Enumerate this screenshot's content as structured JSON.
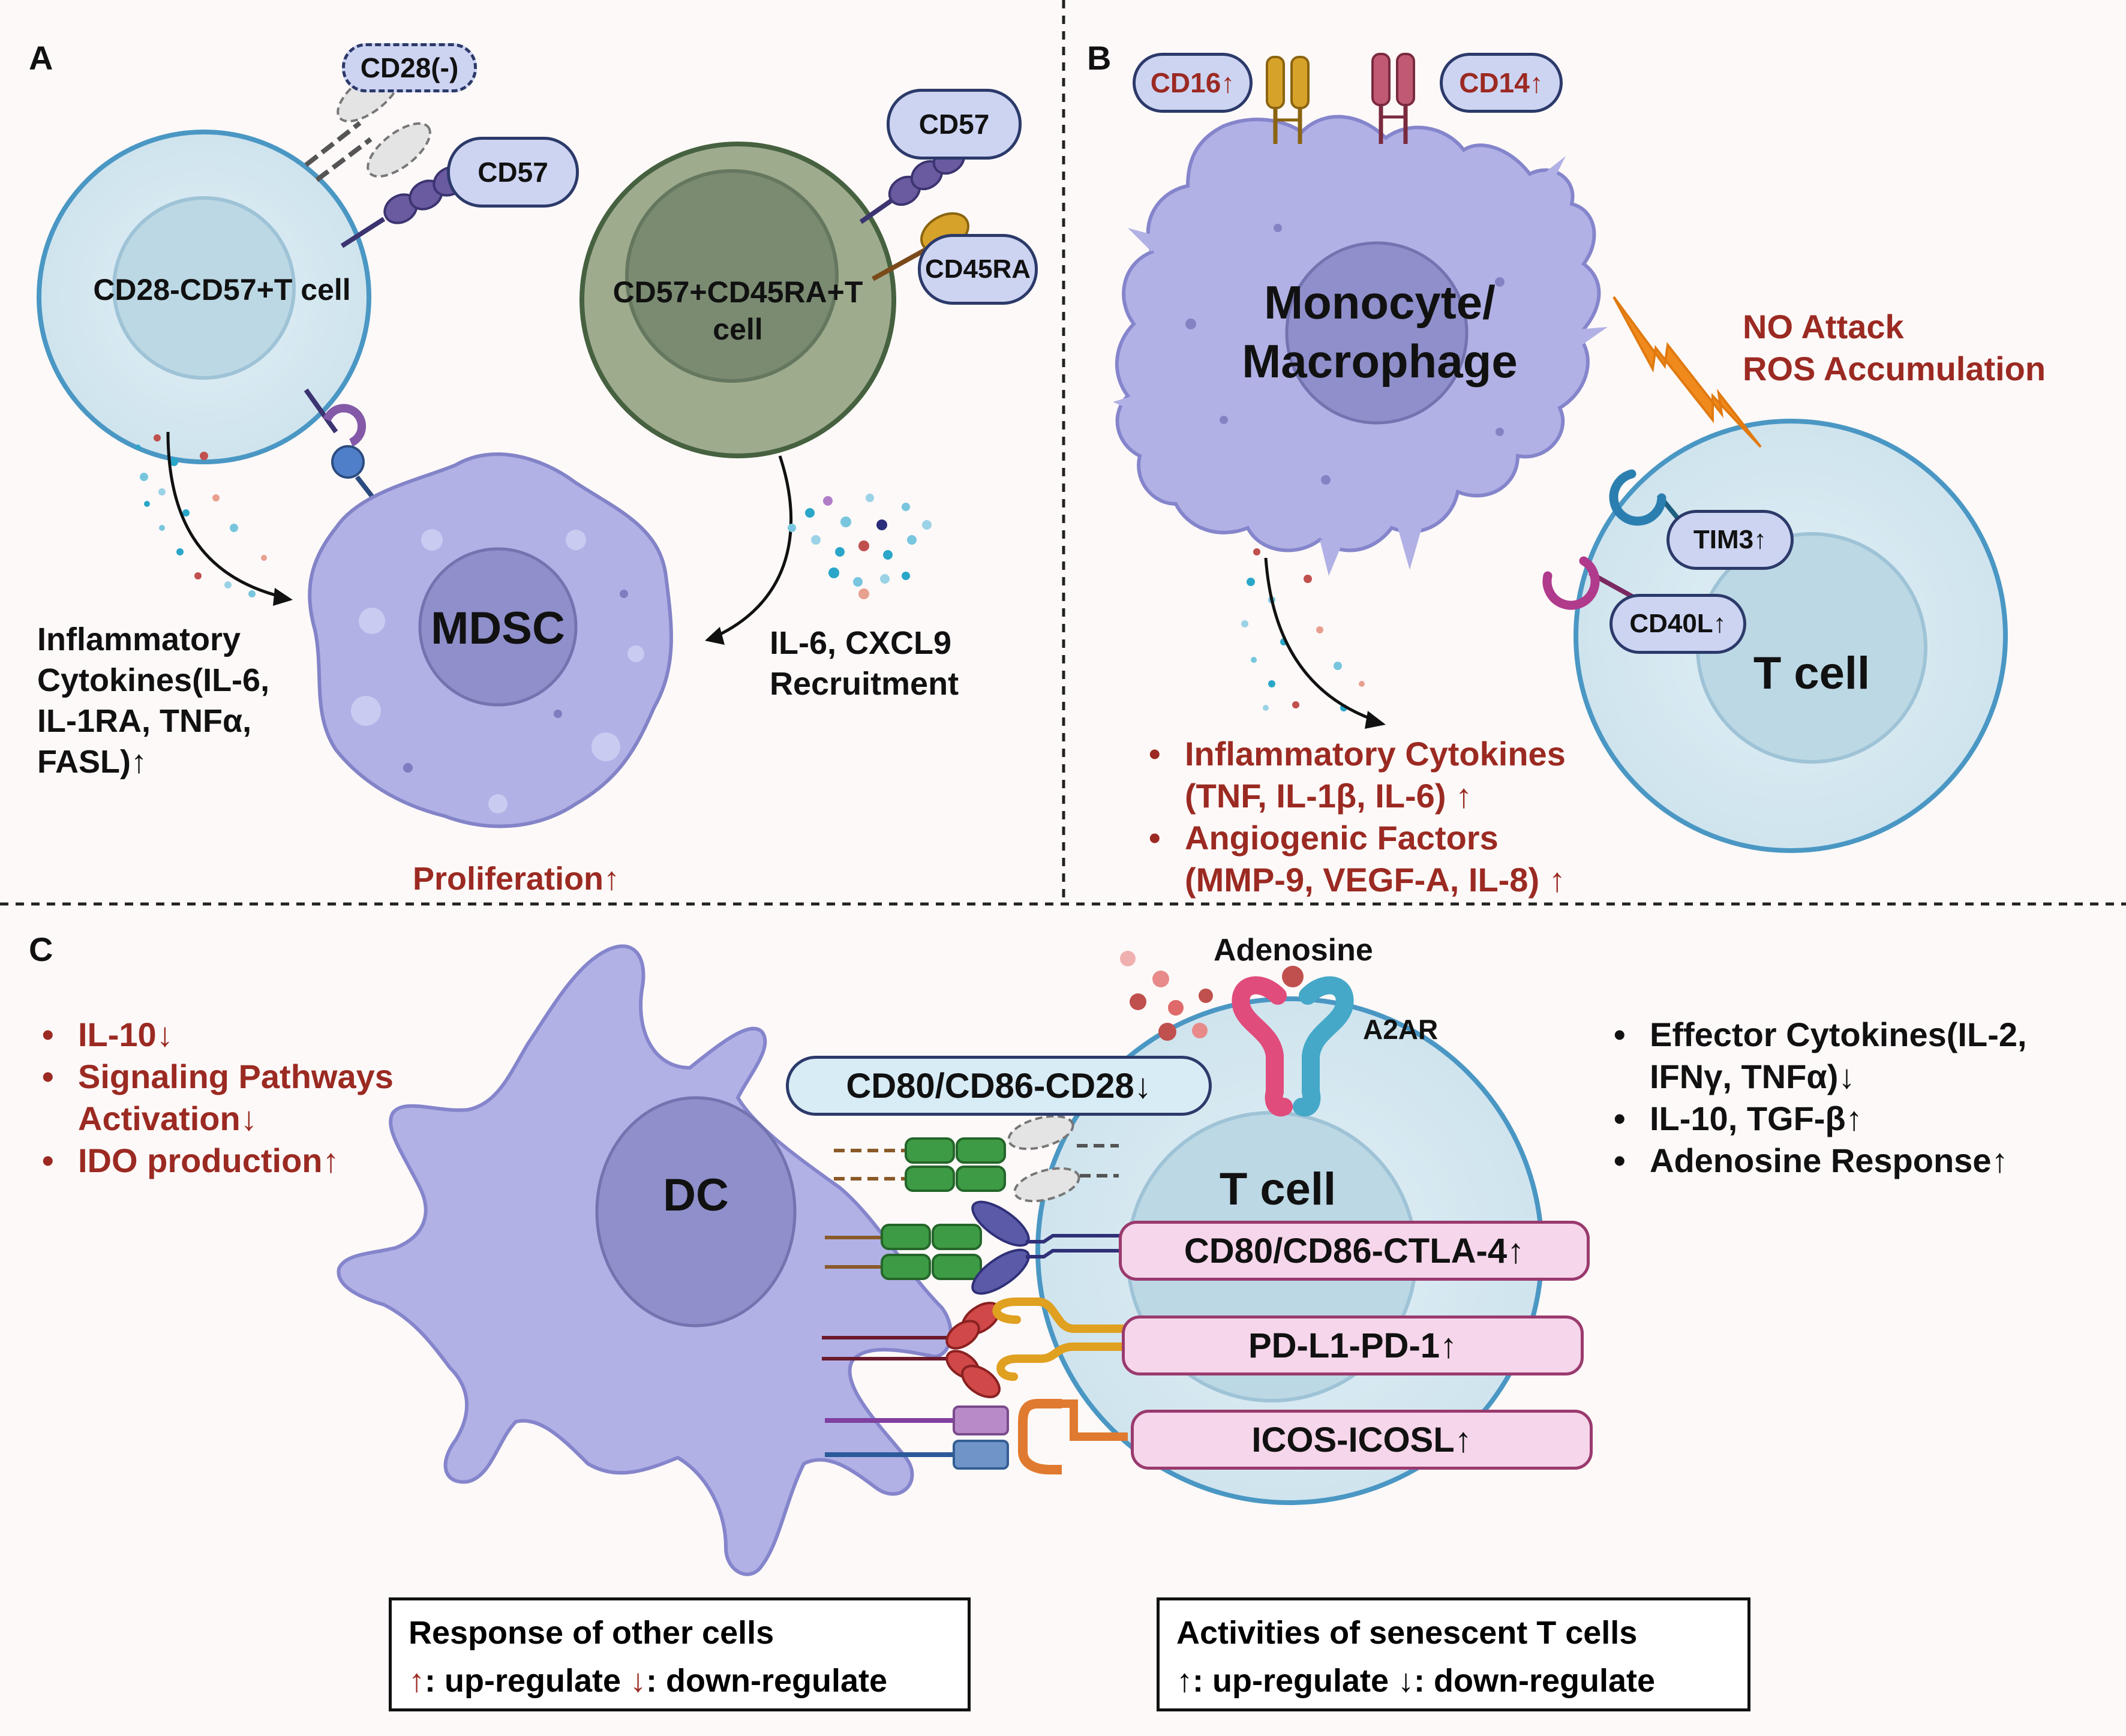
{
  "panels": {
    "a": {
      "letter": "A",
      "cells": {
        "t_cell_1": "CD28-CD57+T cell",
        "t_cell_2_line1": "CD57+CD45RA+T",
        "t_cell_2_line2": "cell",
        "mdsc": "MDSC"
      },
      "receptors": {
        "cd28_neg": "CD28(-)",
        "cd57_a": "CD57",
        "cd57_b": "CD57",
        "cd45ra": "CD45RA"
      },
      "cytokines_label": [
        "Inflammatory",
        "Cytokines(IL-6,",
        "IL-1RA, TNFα,",
        "FASL)↑"
      ],
      "recruitment_label": [
        "IL-6, CXCL9",
        "Recruitment"
      ],
      "proliferation": "Proliferation↑"
    },
    "b": {
      "letter": "B",
      "receptors": {
        "cd16": "CD16↑",
        "cd14": "CD14↑",
        "tim3": "TIM3↑",
        "cd40l": "CD40L↑"
      },
      "monocyte": [
        "Monocyte/",
        "Macrophage"
      ],
      "t_cell": "T cell",
      "attack": [
        "NO Attack",
        "ROS Accumulation"
      ],
      "bullets": [
        {
          "line1": "Inflammatory Cytokines",
          "line2": "(TNF, IL-1β, IL-6) ↑"
        },
        {
          "line1": "Angiogenic Factors",
          "line2": "(MMP-9, VEGF-A, IL-8) ↑"
        }
      ]
    },
    "c": {
      "letter": "C",
      "left_bullets": [
        {
          "line1": "IL-10↓"
        },
        {
          "line1": "Signaling Pathways",
          "line2": "Activation↓"
        },
        {
          "line1": "IDO production↑"
        }
      ],
      "right_bullets": [
        {
          "line1": "Effector Cytokines(IL-2,",
          "line2": "IFNγ, TNFα)↓"
        },
        {
          "line1": "IL-10, TGF-β↑"
        },
        {
          "line1": "Adenosine Response↑"
        }
      ],
      "dc": "DC",
      "t_cell": "T cell",
      "adenosine": "Adenosine",
      "a2ar": "A2AR",
      "pairs": {
        "cd80_cd28": "CD80/CD86-CD28↓",
        "ctla4": "CD80/CD86-CTLA-4↑",
        "pd1": "PD-L1-PD-1↑",
        "icos": "ICOS-ICOSL↑"
      }
    }
  },
  "legends": {
    "other": {
      "title": "Response of other cells",
      "up_arrow": "↑",
      "up_text": ": up-regulate",
      "down_arrow": "↓",
      "down_text": ": down-regulate"
    },
    "senescent": {
      "title": "Activities of senescent T cells",
      "up_arrow": "↑",
      "up_text": ": up-regulate",
      "down_arrow": "↓",
      "down_text": ": down-regulate"
    }
  },
  "colors": {
    "background": "#fdf9f8",
    "red_text": "#9b2a22",
    "t_cell_fill": "#d2e6ef",
    "t_cell_stroke": "#4a97c4",
    "myeloid_fill": "#b1b1e6",
    "myeloid_nucleus": "#8f8fcc",
    "green_cell": "#9eab8d",
    "pink_chip": "#f6d6ea",
    "orange_bolt": "#f08a1c"
  }
}
